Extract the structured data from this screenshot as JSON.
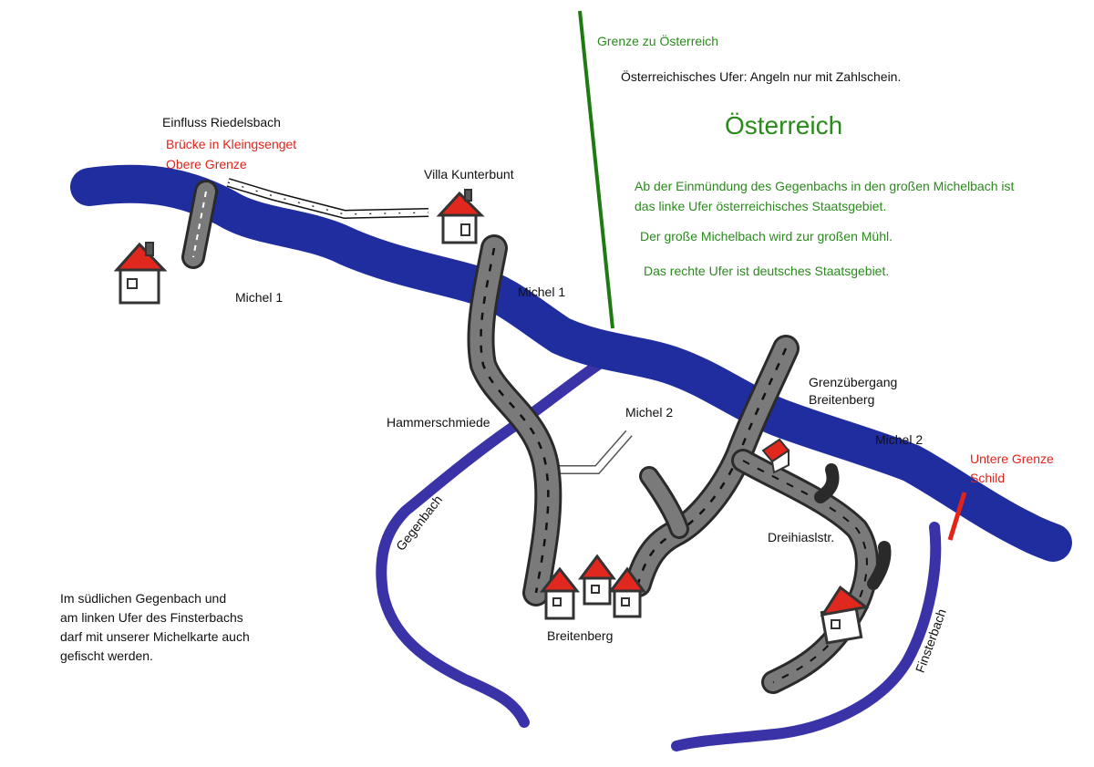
{
  "colors": {
    "river": "#1f2d9e",
    "stream": "#3a33a8",
    "road": "#7a7a7a",
    "road_edge": "#2a2a2a",
    "house_roof": "#e0281f",
    "label_green": "#2a8a1c",
    "label_red": "#e2231a",
    "border_line": "#1f7a14",
    "border_mark": "#e2231a"
  },
  "labels": {
    "einfluss": "Einfluss Riedelsbach",
    "bruecke": "Brücke in Kleingsenget",
    "obere_grenze": "Obere Grenze",
    "villa": "Villa Kunterbunt",
    "michel1_left": "Michel 1",
    "michel1_mid": "Michel 1",
    "hammerschmiede": "Hammerschmiede",
    "michel2_mid": "Michel 2",
    "gegenbach": "Gegenbach",
    "breitenberg": "Breitenberg",
    "grenzuebergang_1": "Grenzübergang",
    "grenzuebergang_2": "Breitenberg",
    "michel2_right": "Michel 2",
    "untere_grenze": "Untere Grenze",
    "schild": "Schild",
    "dreihiaslstr": "Dreihiaslstr.",
    "finsterbach": "Finsterbach"
  },
  "austria": {
    "grenze": "Grenze  zu Österreich",
    "ufer_note": "Österreichisches Ufer: Angeln nur mit Zahlschein.",
    "title": "Österreich",
    "info_1a": "Ab der Einmündung des Gegenbachs in den großen Michelbach ist",
    "info_1b": "das linke Ufer österreichisches Staatsgebiet.",
    "info_2": "Der große Michelbach wird zur großen Mühl.",
    "info_3": "Das rechte Ufer ist deutsches Staatsgebiet."
  },
  "note": {
    "line1": "Im südlichen Gegenbach und",
    "line2": "am linken Ufer des Finsterbachs",
    "line3": "darf mit unserer Michelkarte auch",
    "line4": "gefischt werden."
  }
}
